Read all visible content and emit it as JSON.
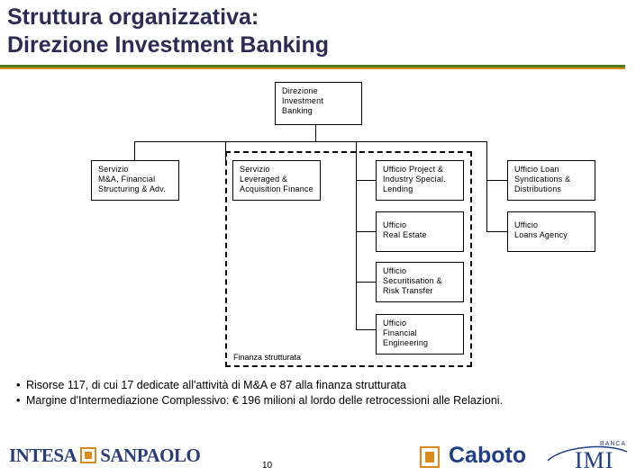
{
  "title": {
    "line1": "Struttura organizzativa:",
    "line2": "Direzione Investment Banking"
  },
  "org": {
    "root": "Direzione\nInvestment\nBanking",
    "servizio_ma": "Servizio\nM&A, Financial\nStructuring & Adv.",
    "servizio_leveraged": "Servizio\nLeveraged &\nAcquisition Finance",
    "ufficio_project": "Ufficio Project &\nIndustry Special.\nLending",
    "ufficio_real_estate": "Ufficio\nReal Estate",
    "ufficio_securitisation": "Ufficio\nSecuritisation &\nRisk Transfer",
    "ufficio_financial_eng": "Ufficio\nFinancial\nEngineering",
    "ufficio_loan_synd": "Ufficio Loan\nSyndications &\nDistributions",
    "ufficio_loans_agency": "Ufficio\nLoans Agency",
    "group_label": "Finanza strutturata"
  },
  "bullets": [
    "Risorse 117, di cui 17 dedicate all'attività di M&A e 87 alla finanza strutturata",
    "Margine d'Intermediazione Complessivo: € 196 milioni al lordo delle retrocessioni alle Relazioni."
  ],
  "footer": {
    "page_number": "10",
    "logo_intesa_left": "INTESA",
    "logo_intesa_right": "SANPAOLO",
    "logo_caboto": "Caboto",
    "logo_imi_small": "BANCA",
    "logo_imi": "IMI"
  },
  "colors": {
    "title": "#2b2b55",
    "rule_green": "#4f7d1e",
    "rule_orange": "#d98a1a",
    "logo_blue": "#1e3d8a",
    "logo_orange": "#d98a1a"
  }
}
